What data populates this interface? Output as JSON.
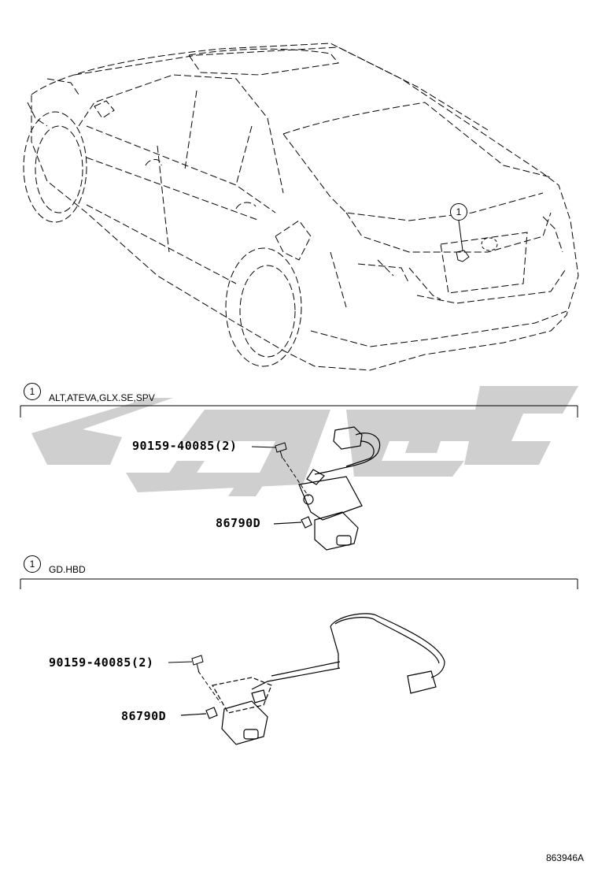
{
  "callout": "1",
  "section_a": {
    "callout": "1",
    "title": "ALT,ATEVA,GLX.SE,SPV",
    "screw_part": "90159-40085(2)",
    "camera_part": "86790D"
  },
  "section_b": {
    "callout": "1",
    "title": "GD.HBD",
    "screw_part": "90159-40085(2)",
    "camera_part": "86790D"
  },
  "figure_id": "863946A",
  "watermark_color": "#cfcfcf"
}
